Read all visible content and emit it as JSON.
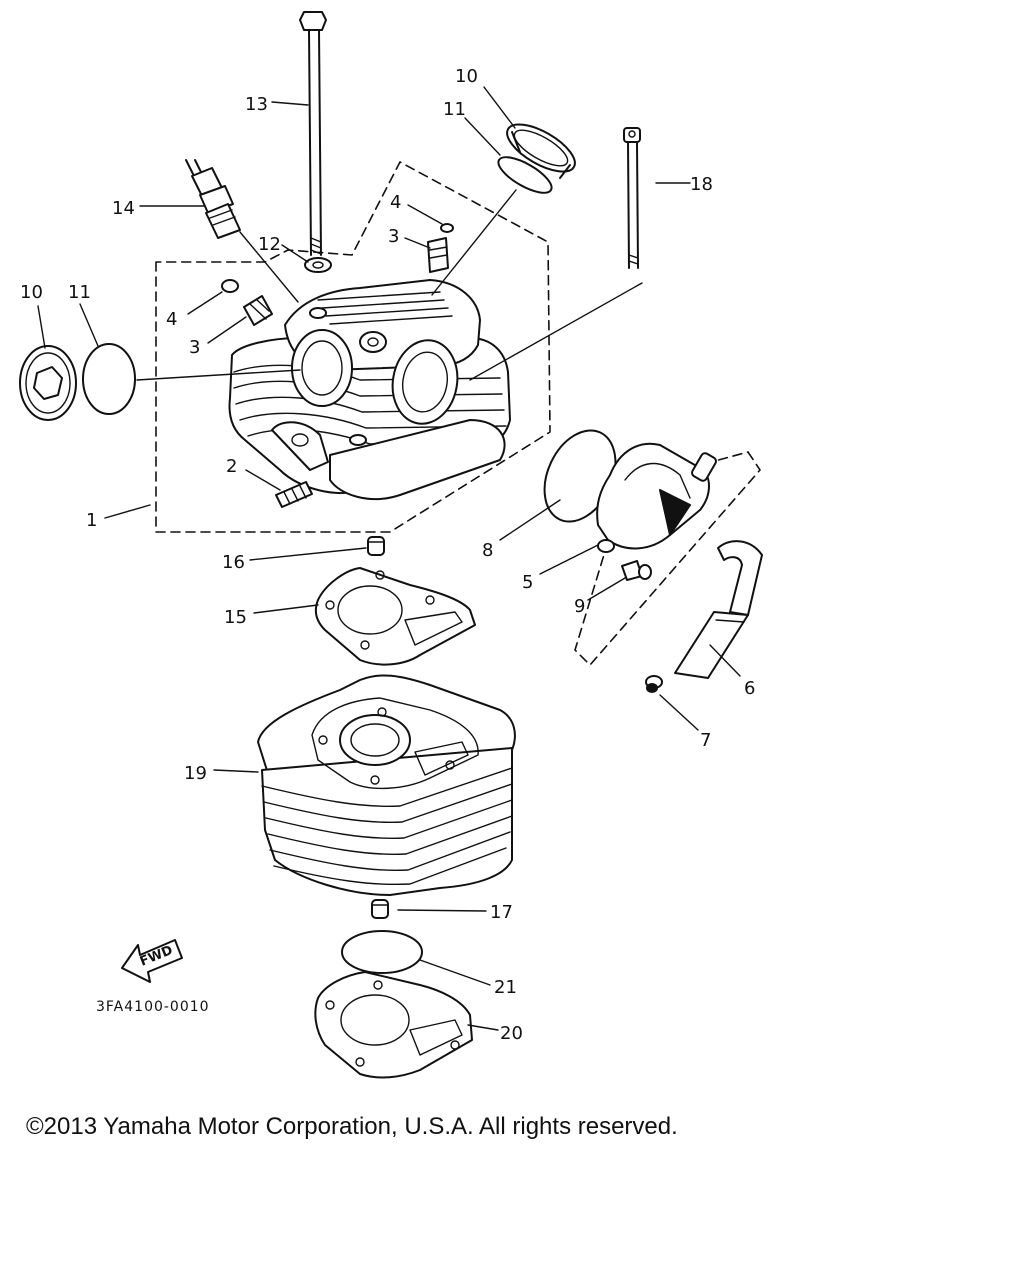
{
  "diagram": {
    "code": "3FA4100-0010",
    "fwd_label": "FWD",
    "callouts": {
      "c1": "1",
      "c2": "2",
      "c3a": "3",
      "c3b": "3",
      "c4a": "4",
      "c4b": "4",
      "c5": "5",
      "c6": "6",
      "c7": "7",
      "c8": "8",
      "c9": "9",
      "c10a": "10",
      "c10b": "10",
      "c11a": "11",
      "c11b": "11",
      "c12": "12",
      "c13": "13",
      "c14": "14",
      "c15": "15",
      "c16": "16",
      "c17": "17",
      "c18": "18",
      "c19": "19",
      "c20": "20",
      "c21": "21"
    }
  },
  "footer": {
    "copyright": "©2013 Yamaha Motor Corporation, U.S.A. All rights reserved."
  }
}
